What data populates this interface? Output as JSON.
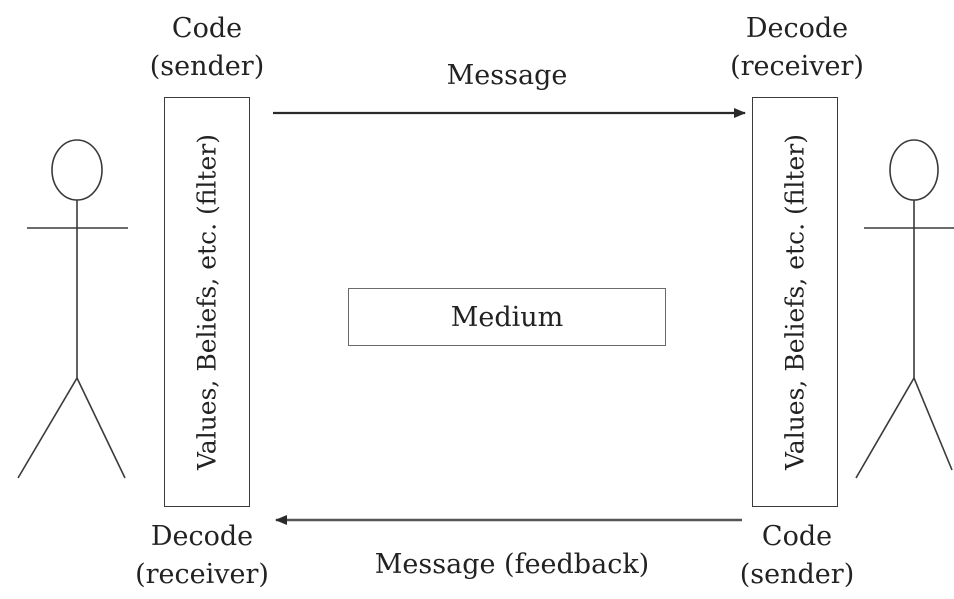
{
  "sender_side": {
    "top_label": {
      "line1": "Code",
      "line2": "(sender)"
    },
    "bottom_label": {
      "line1": "Decode",
      "line2": "(receiver)"
    },
    "filter_text": "Values, Beliefs, etc. (filter)"
  },
  "receiver_side": {
    "top_label": {
      "line1": "Decode",
      "line2": "(receiver)"
    },
    "bottom_label": {
      "line1": "Code",
      "line2": "(sender)"
    },
    "filter_text": "Values, Beliefs, etc. (filter)"
  },
  "message_label": "Message",
  "feedback_label": "Message (feedback)",
  "medium_label": "Medium",
  "colors": {
    "line": "#3a3a3a",
    "text": "#222222",
    "medium_border": "#6a6a6a"
  }
}
